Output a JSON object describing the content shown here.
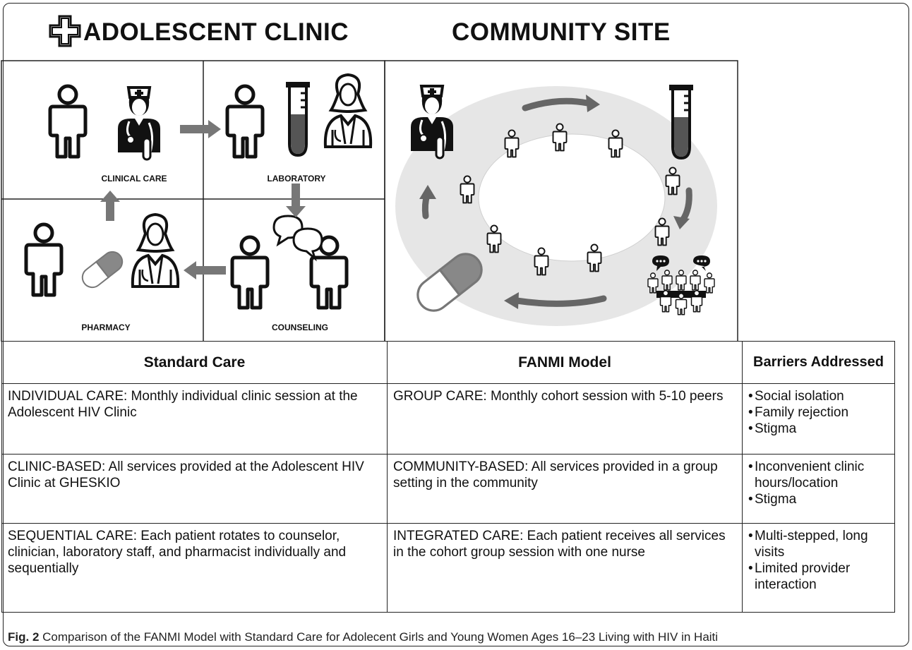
{
  "headers": {
    "clinic": "ADOLESCENT CLINIC",
    "community": "COMMUNITY SITE"
  },
  "stations": {
    "clinical_care": "CLINICAL CARE",
    "laboratory": "LABORATORY",
    "pharmacy": "PHARMACY",
    "counseling": "COUNSELING"
  },
  "table": {
    "headers": [
      "Standard Care",
      "FANMI Model",
      "Barriers Addressed"
    ],
    "rows": [
      {
        "standard": "INDIVIDUAL CARE: Monthly individual clinic session at the Adolescent HIV Clinic",
        "fanmi": "GROUP CARE: Monthly cohort session with 5-10 peers",
        "barriers": [
          "Social isolation",
          "Family rejection",
          "Stigma"
        ]
      },
      {
        "standard": "CLINIC-BASED: All services provided at the Adolescent HIV Clinic at GHESKIO",
        "fanmi": "COMMUNITY-BASED: All services provided in a group setting in the community",
        "barriers": [
          "Inconvenient clinic hours/location",
          "Stigma"
        ]
      },
      {
        "standard": "SEQUENTIAL CARE: Each patient rotates to counselor, clinician, laboratory staff, and pharmacist individually and sequentially",
        "fanmi": "INTEGRATED CARE: Each patient receives all services in the cohort group session with one nurse",
        "barriers": [
          "Multi-stepped, long visits",
          "Limited provider interaction"
        ]
      }
    ]
  },
  "caption": {
    "label": "Fig. 2",
    "text": " Comparison of the FANMI Model with Standard Care for Adolecent Girls and Young Women Ages 16–23 Living with HIV in Haiti"
  }
}
